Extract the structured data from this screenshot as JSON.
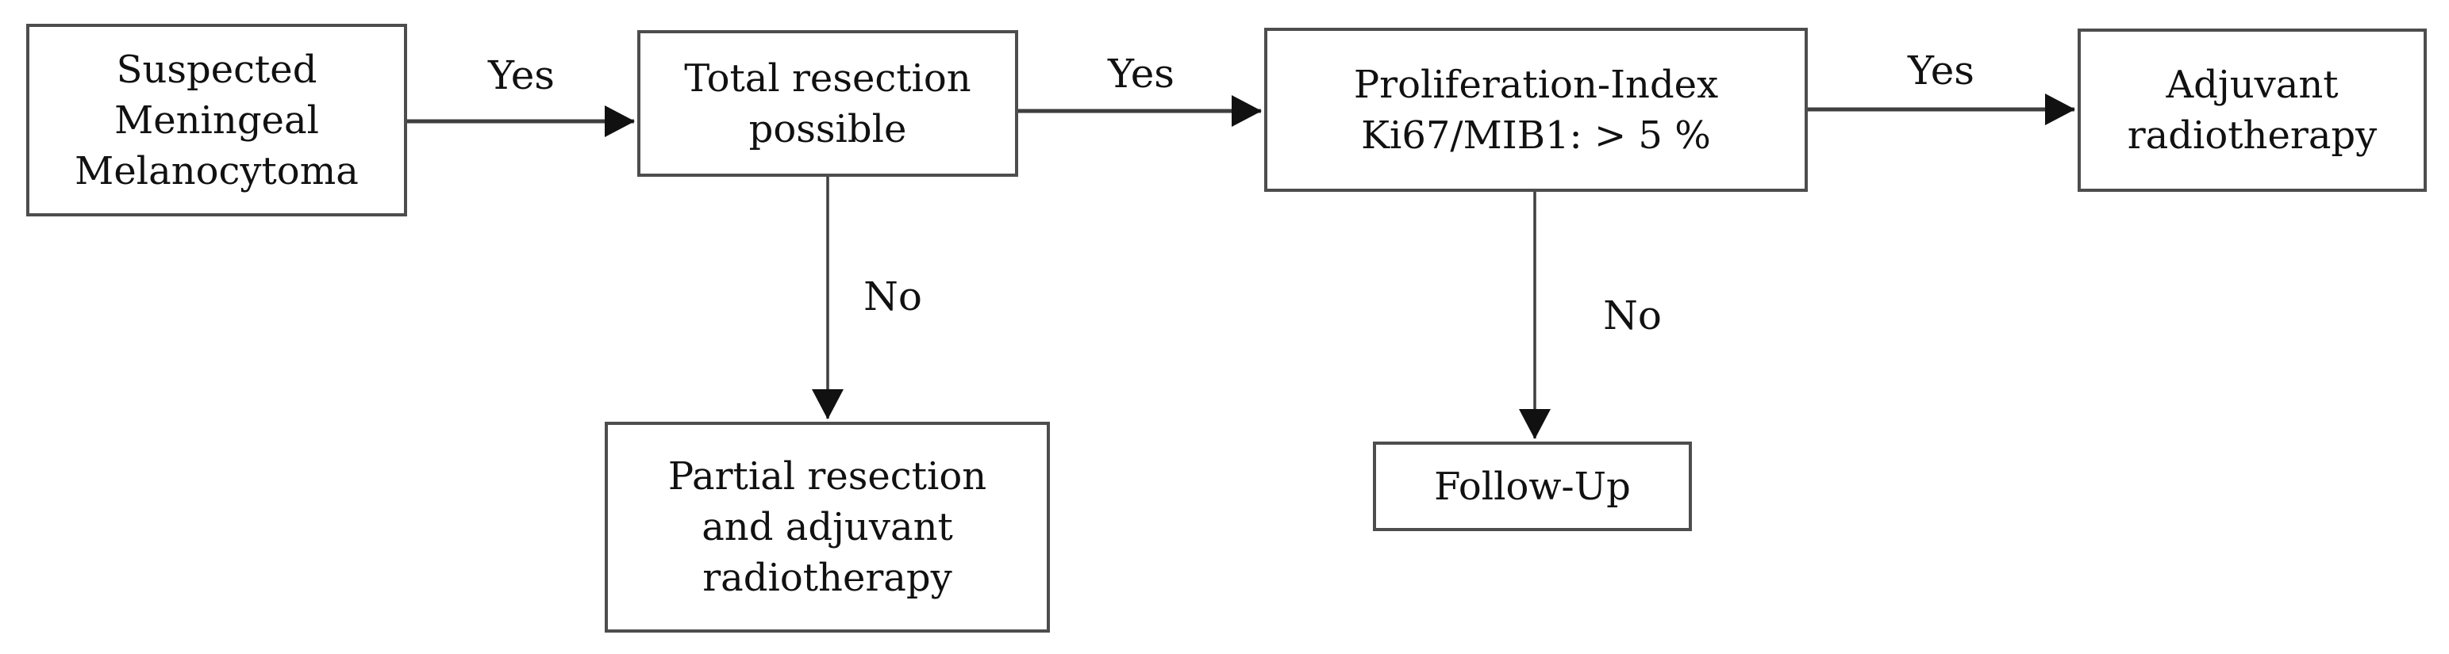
{
  "colors": {
    "background": "#ffffff",
    "box_border": "#4d4d4d",
    "text": "#111111",
    "arrow_line": "#3f3f3f",
    "arrow_head": "#111111"
  },
  "nodes": {
    "suspected": {
      "lines": [
        "Suspected",
        "Meningeal",
        "Melanocytoma"
      ]
    },
    "total_resection": {
      "lines": [
        "Total resection",
        "possible"
      ]
    },
    "ki67": {
      "lines": [
        "Proliferation-Index",
        "Ki67/MIB1: > 5 %"
      ]
    },
    "adjuvant": {
      "lines": [
        "Adjuvant",
        "radiotherapy"
      ]
    },
    "partial": {
      "lines": [
        "Partial resection",
        "and adjuvant",
        "radiotherapy"
      ]
    },
    "followup": {
      "lines": [
        "Follow-Up"
      ]
    }
  },
  "edges": {
    "suspected_to_total": {
      "label": "Yes"
    },
    "total_to_ki67": {
      "label": "Yes"
    },
    "ki67_to_adjuvant": {
      "label": "Yes"
    },
    "total_to_partial": {
      "label": "No"
    },
    "ki67_to_followup": {
      "label": "No"
    }
  }
}
